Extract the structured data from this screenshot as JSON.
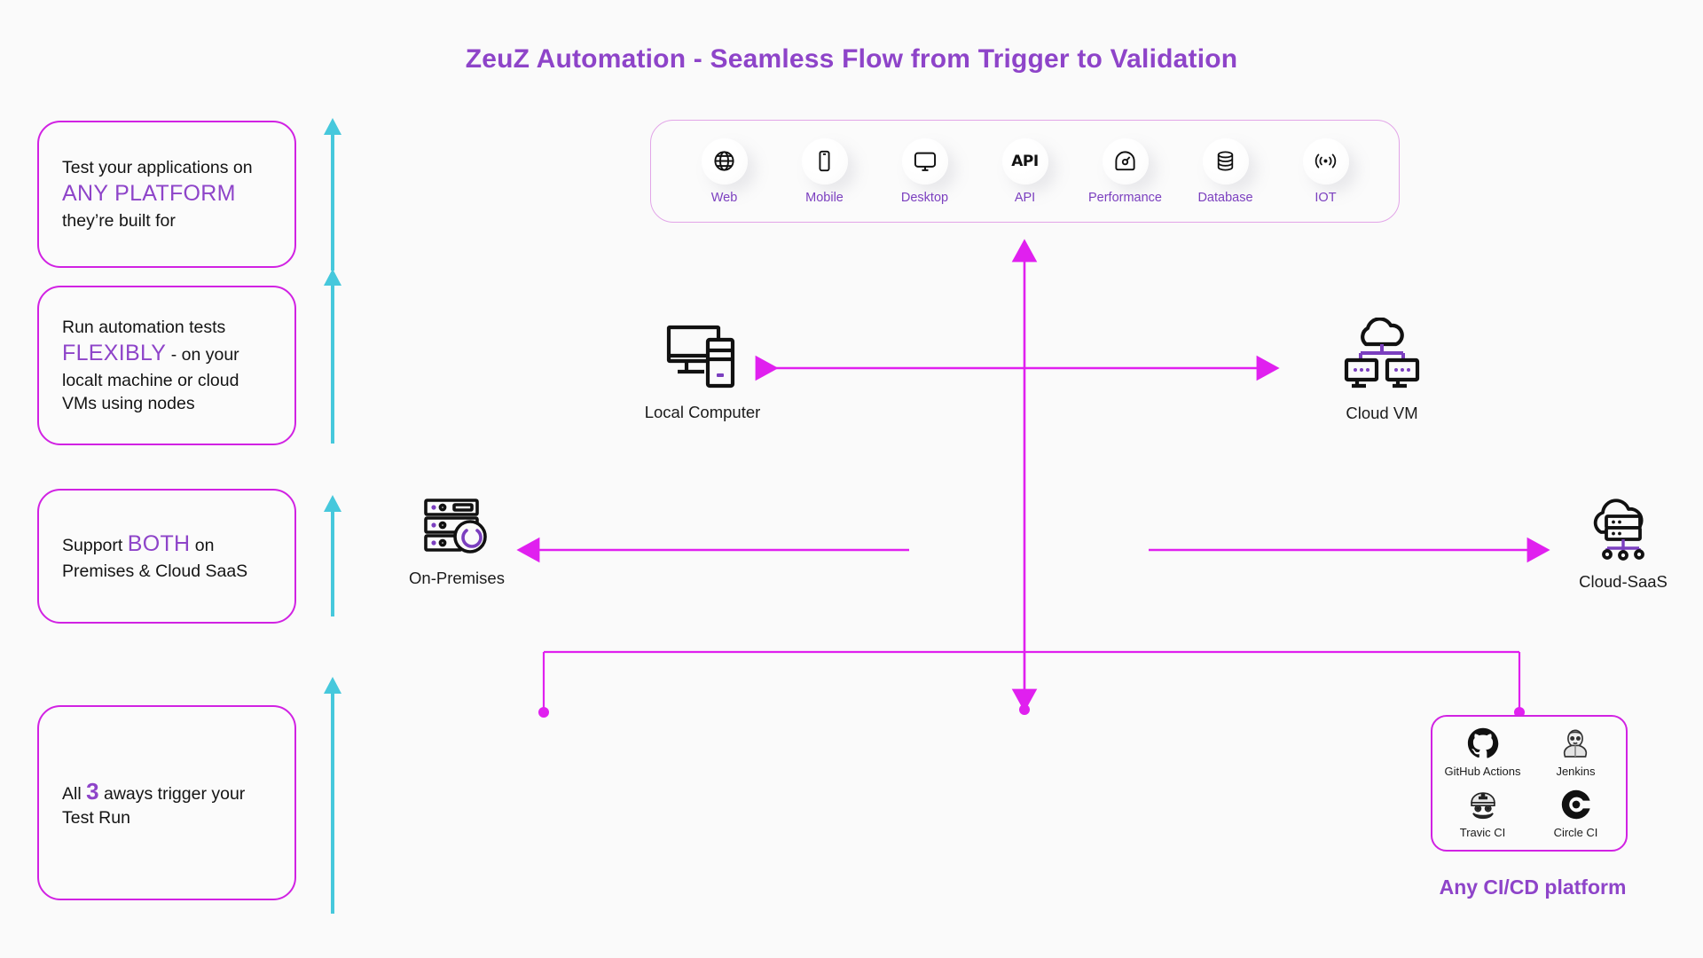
{
  "page": {
    "title": "ZeuZ Automation - Seamless Flow from Trigger to Validation",
    "background": "#fafafa",
    "accent_purple": "#8e44c9",
    "accent_magenta": "#d122e3",
    "accent_teal": "#46c8dc"
  },
  "feature_cards": [
    {
      "id": "any-platform",
      "parts": [
        {
          "text": "Test your applications on ",
          "style": "normal"
        },
        {
          "text": "ANY PLATFORM",
          "style": "highlight-big"
        },
        {
          "text": " they’re built for",
          "style": "normal"
        }
      ],
      "plain": "Test your applications on ANY PLATFORM they’re built for"
    },
    {
      "id": "flexible-run",
      "parts": [
        {
          "text": "Run automation tests ",
          "style": "normal"
        },
        {
          "text": "FLEXIBLY",
          "style": "highlight-big"
        },
        {
          "text": " - on your localt machine or cloud VMs using nodes",
          "style": "normal"
        }
      ],
      "plain": "Run automation tests FLEXIBLY - on your localt machine or cloud VMs using nodes"
    },
    {
      "id": "both-premises-cloud",
      "parts": [
        {
          "text": "Support ",
          "style": "normal"
        },
        {
          "text": "BOTH",
          "style": "highlight-big"
        },
        {
          "text": " on Premises & Cloud SaaS",
          "style": "normal"
        }
      ],
      "plain": "Support BOTH on Premises & Cloud SaaS"
    },
    {
      "id": "three-ways",
      "parts": [
        {
          "text": "All ",
          "style": "normal"
        },
        {
          "text": "3",
          "style": "highlight-num"
        },
        {
          "text": " aways trigger your Test Run",
          "style": "normal"
        }
      ],
      "plain": "All 3 aways trigger your Test Run"
    }
  ],
  "flow_arrows": [
    {
      "name": "arrow-card-1",
      "direction": "up",
      "color": "#46c8dc"
    },
    {
      "name": "arrow-card-2",
      "direction": "up",
      "color": "#46c8dc"
    },
    {
      "name": "arrow-card-3",
      "direction": "up",
      "color": "#46c8dc"
    },
    {
      "name": "arrow-card-4",
      "direction": "up",
      "color": "#46c8dc"
    }
  ],
  "platform_bar": {
    "items": [
      {
        "label": "Web",
        "icon": "globe-icon"
      },
      {
        "label": "Mobile",
        "icon": "mobile-phone-icon"
      },
      {
        "label": "Desktop",
        "icon": "desktop-monitor-icon"
      },
      {
        "label": "API",
        "icon": "api-text-icon"
      },
      {
        "label": "Performance",
        "icon": "gauge-icon"
      },
      {
        "label": "Database",
        "icon": "database-stack-icon"
      },
      {
        "label": "IOT",
        "icon": "wireless-signal-icon"
      }
    ]
  },
  "nodes": [
    {
      "id": "local-computer",
      "label": "Local Computer",
      "icon": "desktop-and-tower-icon"
    },
    {
      "id": "cloud-vm",
      "label": "Cloud VM",
      "icon": "cloud-with-monitors-icon"
    },
    {
      "id": "on-premises",
      "label": "On-Premises",
      "icon": "server-rack-icon"
    },
    {
      "id": "cloud-saas",
      "label": "Cloud-SaaS",
      "icon": "cloud-server-icon"
    }
  ],
  "cicd": {
    "caption": "Any CI/CD platform",
    "items": [
      {
        "label": "GitHub Actions",
        "icon": "github-icon"
      },
      {
        "label": "Jenkins",
        "icon": "jenkins-butler-icon"
      },
      {
        "label": "Travic CI",
        "icon": "travis-ci-icon"
      },
      {
        "label": "Circle CI",
        "icon": "circleci-icon"
      }
    ]
  }
}
